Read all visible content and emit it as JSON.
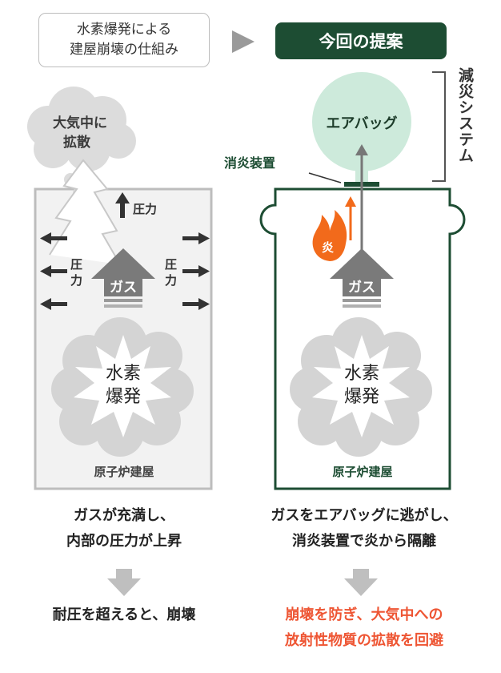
{
  "header": {
    "left_line1": "水素爆発による",
    "left_line2": "建屋崩壊の仕組み",
    "right": "今回の提案"
  },
  "left_panel": {
    "cloud_line1": "大気中に",
    "cloud_line2": "拡散",
    "pressure_top": "圧力",
    "pressure_left": "圧\n力",
    "pressure_right": "圧\n力",
    "gas": "ガス",
    "explosion_line1": "水素",
    "explosion_line2": "爆発",
    "building": "原子炉建屋",
    "caption_line1": "ガスが充満し、",
    "caption_line2": "内部の圧力が上昇",
    "result": "耐圧を超えると、崩壊"
  },
  "right_panel": {
    "system_label": "減災システム",
    "airbag": "エアバッグ",
    "extinguisher": "消炎装置",
    "flame": "炎",
    "gas": "ガス",
    "explosion_line1": "水素",
    "explosion_line2": "爆発",
    "building": "原子炉建屋",
    "caption_line1": "ガスをエアバッグに逃がし、",
    "caption_line2": "消炎装置で炎から隔離",
    "result_line1": "崩壊を防ぎ、大気中への",
    "result_line2": "放射性物質の拡散を回避"
  },
  "colors": {
    "dark_green": "#1d4d33",
    "airbag_fill": "#cdeadb",
    "flame_orange": "#f26a1b",
    "result_red": "#ee5533"
  }
}
